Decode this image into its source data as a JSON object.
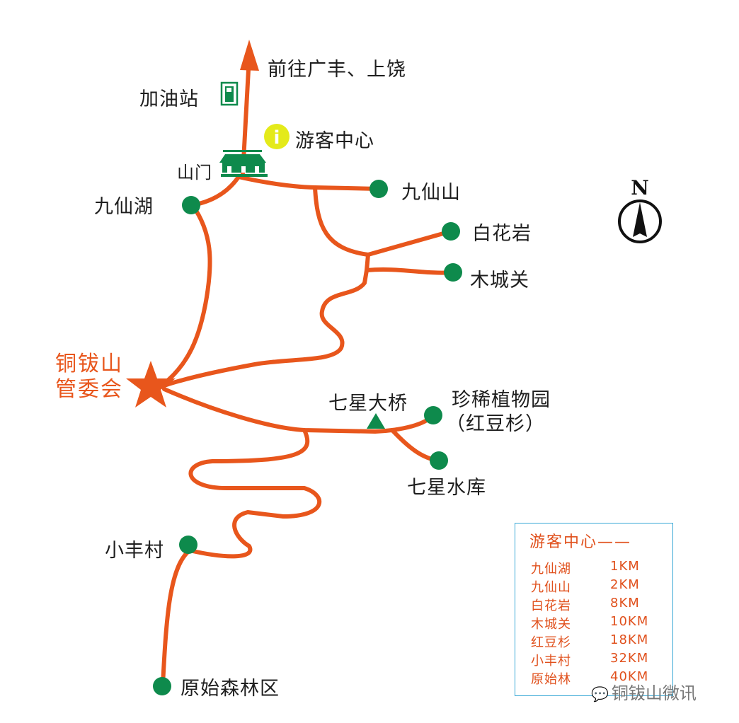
{
  "labels": {
    "north_exit": "前往广丰、上饶",
    "gas_station": "加油站",
    "visitor_center": "游客中心",
    "gate": "山门",
    "jiuxian_lake": "九仙湖",
    "jiuxian_mountain": "九仙山",
    "baihua_rock": "白花岩",
    "mucheng_pass": "木城关",
    "hq_line1": "铜钹山",
    "hq_line2": "管委会",
    "qixing_bridge": "七星大桥",
    "rare_garden_line1": "珍稀植物园",
    "rare_garden_line2": "（红豆杉）",
    "qixing_reservoir": "七星水库",
    "xiaofeng_village": "小丰村",
    "primeval_forest": "原始森林区",
    "compass_n": "N",
    "info_glyph": "i"
  },
  "legend": {
    "title": "游客中心——",
    "rows": [
      {
        "name": "九仙湖",
        "distance": "1KM"
      },
      {
        "name": "九仙山",
        "distance": "2KM"
      },
      {
        "name": "白花岩",
        "distance": "8KM"
      },
      {
        "name": "木城关",
        "distance": "10KM"
      },
      {
        "name": "红豆杉",
        "distance": "18KM"
      },
      {
        "name": "小丰村",
        "distance": "32KM"
      },
      {
        "name": "原始林",
        "distance": "40KM"
      }
    ]
  },
  "watermark": "铜钹山微讯",
  "colors": {
    "route": "#e8561c",
    "poi": "#0e8a4c",
    "info": "#e4ea1a",
    "legend_border": "#3aa9d6"
  }
}
